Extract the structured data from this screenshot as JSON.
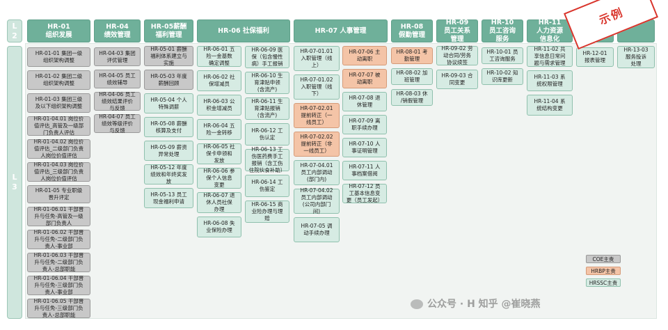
{
  "levels": {
    "l2": "L2",
    "l3": "L3"
  },
  "stamp": "示例",
  "watermark": "公众号 · H 知乎 @崔晓燕",
  "legend": [
    {
      "label": "COE主责",
      "type": "COE"
    },
    {
      "label": "HRBP主责",
      "type": "HRBP"
    },
    {
      "label": "HRSSC主责",
      "type": "HRSSC"
    }
  ],
  "columns": [
    {
      "id": "hr01",
      "header": "HR-01\n组织发展",
      "items": [
        {
          "text": "HR-01-01 集团一级\n组织架构调整",
          "type": "COE"
        },
        {
          "text": "HR-01-02 集团二级\n组织架构调整",
          "type": "COE"
        },
        {
          "text": "HR-01-03 集团三级\n及以下组织架构调整",
          "type": "COE"
        },
        {
          "text": "HR-01-04.01 岗位价\n值评估_高管及一级部\n门负责人评估",
          "type": "COE"
        },
        {
          "text": "HR-01-04.02 岗位价\n值评估_二级部门负责\n人岗位价值评估",
          "type": "COE"
        },
        {
          "text": "HR-01-04.03 岗位价\n值评估_三级部门负责\n人岗位价值评估",
          "type": "COE"
        },
        {
          "text": "HR-01-05 专业职级\n晋升评定",
          "type": "COE"
        },
        {
          "text": "HR-01-06.01 干部晋\n升与任免-高管及一级\n部门负责人",
          "type": "COE"
        },
        {
          "text": "HR-01-06.02 干部晋\n升与任免-二级部门负\n责人-事业部",
          "type": "COE"
        },
        {
          "text": "HR-01-06.03 干部晋\n升与任免-二级部门负\n责人-总部职能",
          "type": "COE"
        },
        {
          "text": "HR-01-06.04 干部晋\n升与任免-三级部门负\n责人-事业部",
          "type": "COE"
        },
        {
          "text": "HR-01-06.05 干部晋\n升与任免-三级部门负\n责人-总部职能",
          "type": "COE"
        }
      ]
    },
    {
      "id": "hr04",
      "header": "HR-04\n绩效管理",
      "items": [
        {
          "text": "HR-04-03 集团\n评优管理",
          "type": "COE"
        },
        {
          "text": "HR-04-05 员工\n绩效辅导",
          "type": "COE"
        },
        {
          "text": "HR-04-06 员工\n绩效结果评价\n与反馈",
          "type": "COE"
        },
        {
          "text": "HR-04-07 员工\n绩效等级评价\n与反馈",
          "type": "COE"
        }
      ]
    },
    {
      "id": "hr05",
      "header": "HR-05薪酬\n福利管理",
      "items": [
        {
          "text": "HR-05-01 薪酬\n福利体系建立与\n实施",
          "type": "COE"
        },
        {
          "text": "HR-05-03 年度\n薪酬回顾",
          "type": "COE"
        },
        {
          "text": "HR-05-04 个人\n特殊调薪",
          "type": "HRSSC"
        },
        {
          "text": "HR-05-08 薪酬\n核算及支付",
          "type": "HRSSC"
        },
        {
          "text": "HR-05-09 薪资\n异常处理",
          "type": "HRSSC"
        },
        {
          "text": "HR-05-12 年度\n绩效和年终奖发\n放",
          "type": "HRSSC"
        },
        {
          "text": "HR-05-13 员工\n现金福利申请",
          "type": "HRSSC"
        }
      ]
    },
    {
      "id": "hr06",
      "header": "HR-06 社保福利",
      "items": [
        {
          "text": "HR-06-01 五\n险一金基数\n确定调整",
          "type": "HRSSC"
        },
        {
          "text": "HR-06-02 社\n保增减员",
          "type": "HRSSC"
        },
        {
          "text": "HR-06-03 公\n积金增减员",
          "type": "HRSSC"
        },
        {
          "text": "HR-06-04 五\n险一金转移",
          "type": "HRSSC"
        },
        {
          "text": "HR-06-05 社\n保卡申领和\n发放",
          "type": "HRSSC"
        },
        {
          "text": "HR-06-06 参\n保个人信息\n变更",
          "type": "HRSSC"
        },
        {
          "text": "HR-06-07 退\n休人员社保\n办理",
          "type": "HRSSC"
        },
        {
          "text": "HR-06-08 失\n业保险办理",
          "type": "HRSSC"
        },
        {
          "text": "HR-06-09 医\n保（包含慢性\n病）手工报销",
          "type": "HRSSC"
        },
        {
          "text": "HR-06-10 生\n育津贴申领\n(含流产)",
          "type": "HRSSC"
        },
        {
          "text": "HR-06-11 生\n育津贴报销\n(含流产)",
          "type": "HRSSC"
        },
        {
          "text": "HR-06-12 工\n伤认定",
          "type": "HRSSC"
        },
        {
          "text": "HR-06-13 工\n伤医药费手工\n报销（含工伤\n住院伙食补助）",
          "type": "HRSSC"
        },
        {
          "text": "HR-06-14 工\n伤鉴定",
          "type": "HRSSC"
        },
        {
          "text": "HR-06-15 商\n业险办理与理\n赔",
          "type": "HRSSC"
        }
      ]
    },
    {
      "id": "hr07",
      "header": "HR-07 人事管理",
      "items": [
        {
          "text": "HR-07-01.01\n入职管理（线\n上）",
          "type": "HRSSC"
        },
        {
          "text": "HR-07-01.02\n入职管理（线\n下）",
          "type": "HRSSC"
        },
        {
          "text": "HR-07-02.01\n提前转正（一\n线员工）",
          "type": "HRBP"
        },
        {
          "text": "HR-07-02.02\n提前转正（非\n一线员工）",
          "type": "HRBP"
        },
        {
          "text": "HR-07-04.01\n员工内部调动\n(部门内)",
          "type": "HRSSC"
        },
        {
          "text": "HR-07-04.02\n员工内部调动\n(公司内部门\n间)",
          "type": "HRSSC"
        },
        {
          "text": "HR-07-05 调\n动手续办理",
          "type": "HRSSC"
        },
        {
          "text": "HR-07-06 主\n动离职",
          "type": "HRBP"
        },
        {
          "text": "HR-07-07 被\n动离职",
          "type": "HRBP"
        },
        {
          "text": "HR-07-08 退\n休管理",
          "type": "HRSSC"
        },
        {
          "text": "HR-07-09 离\n职手续办理",
          "type": "HRSSC"
        },
        {
          "text": "HR-07-10 人\n事证明管理",
          "type": "HRSSC"
        },
        {
          "text": "HR-07-11 人\n事档案借阅",
          "type": "HRSSC"
        },
        {
          "text": "HR-07-12 员\n工基本信息变\n更（员工发起）",
          "type": "HRSSC"
        }
      ]
    },
    {
      "id": "hr08",
      "header": "HR-08\n假勤管理",
      "items": [
        {
          "text": "HR-08-01 考\n勤管理",
          "type": "HRBP"
        },
        {
          "text": "HR-08-02 加\n班管理",
          "type": "HRSSC"
        },
        {
          "text": "HR-08-03 休\n/销假管理",
          "type": "HRSSC"
        }
      ]
    },
    {
      "id": "hr09",
      "header": "HR-09\n员工关系\n管理",
      "items": [
        {
          "text": "HR-09-02 劳\n动合同/劳务\n协议续签",
          "type": "HRSSC"
        },
        {
          "text": "HR-09-03 合\n同变更",
          "type": "HRSSC"
        }
      ]
    },
    {
      "id": "hr10",
      "header": "HR-10\n员工咨询\n服务",
      "items": [
        {
          "text": "HR-10-01 员\n工咨询服务",
          "type": "HRSSC"
        },
        {
          "text": "HR-10-02 知\n识库更新",
          "type": "HRSSC"
        }
      ]
    },
    {
      "id": "hr11",
      "header": "HR-11\n人力资源\n信息化",
      "items": [
        {
          "text": "HR-11-02 共\n享信息日常问\n题与需求管理",
          "type": "HRSSC"
        },
        {
          "text": "HR-11-03 系\n统权限管理",
          "type": "HRSSC"
        },
        {
          "text": "HR-11-04 系\n统结构变更",
          "type": "HRSSC"
        }
      ]
    },
    {
      "id": "hr12",
      "header": "数据",
      "items": [
        {
          "text": "HR-12-01\n报表管理",
          "type": "HRSSC"
        }
      ]
    },
    {
      "id": "hr13",
      "header": "",
      "items": [
        {
          "text": "HR-13-03\n服务投诉\n处理",
          "type": "HRSSC"
        }
      ]
    }
  ]
}
